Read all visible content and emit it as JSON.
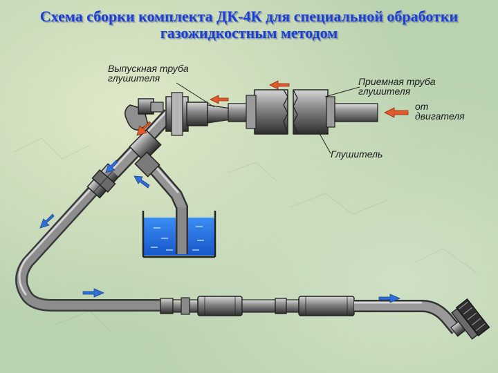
{
  "slide": {
    "title_line1": "Схема сборки комплекта ДК-4К для специальной обработки",
    "title_line2": "газожидкостным методом"
  },
  "labels": {
    "exhaust_pipe_1": "Выпускная труба",
    "exhaust_pipe_2": "глушителя",
    "intake_pipe_1": "Приемная труба",
    "intake_pipe_2": "глушителя",
    "from_engine_1": "от",
    "from_engine_2": "двигателя",
    "muffler": "Глушитель"
  },
  "colors": {
    "title": "#1c3fd8",
    "background": "#b9d2b0",
    "pipe": "#7d7d7d",
    "pipe_highlight": "#c9c9c9",
    "water": "#1f6fe0",
    "flow_gas": "#e25a2a",
    "flow_liquid": "#2f6fd8"
  }
}
